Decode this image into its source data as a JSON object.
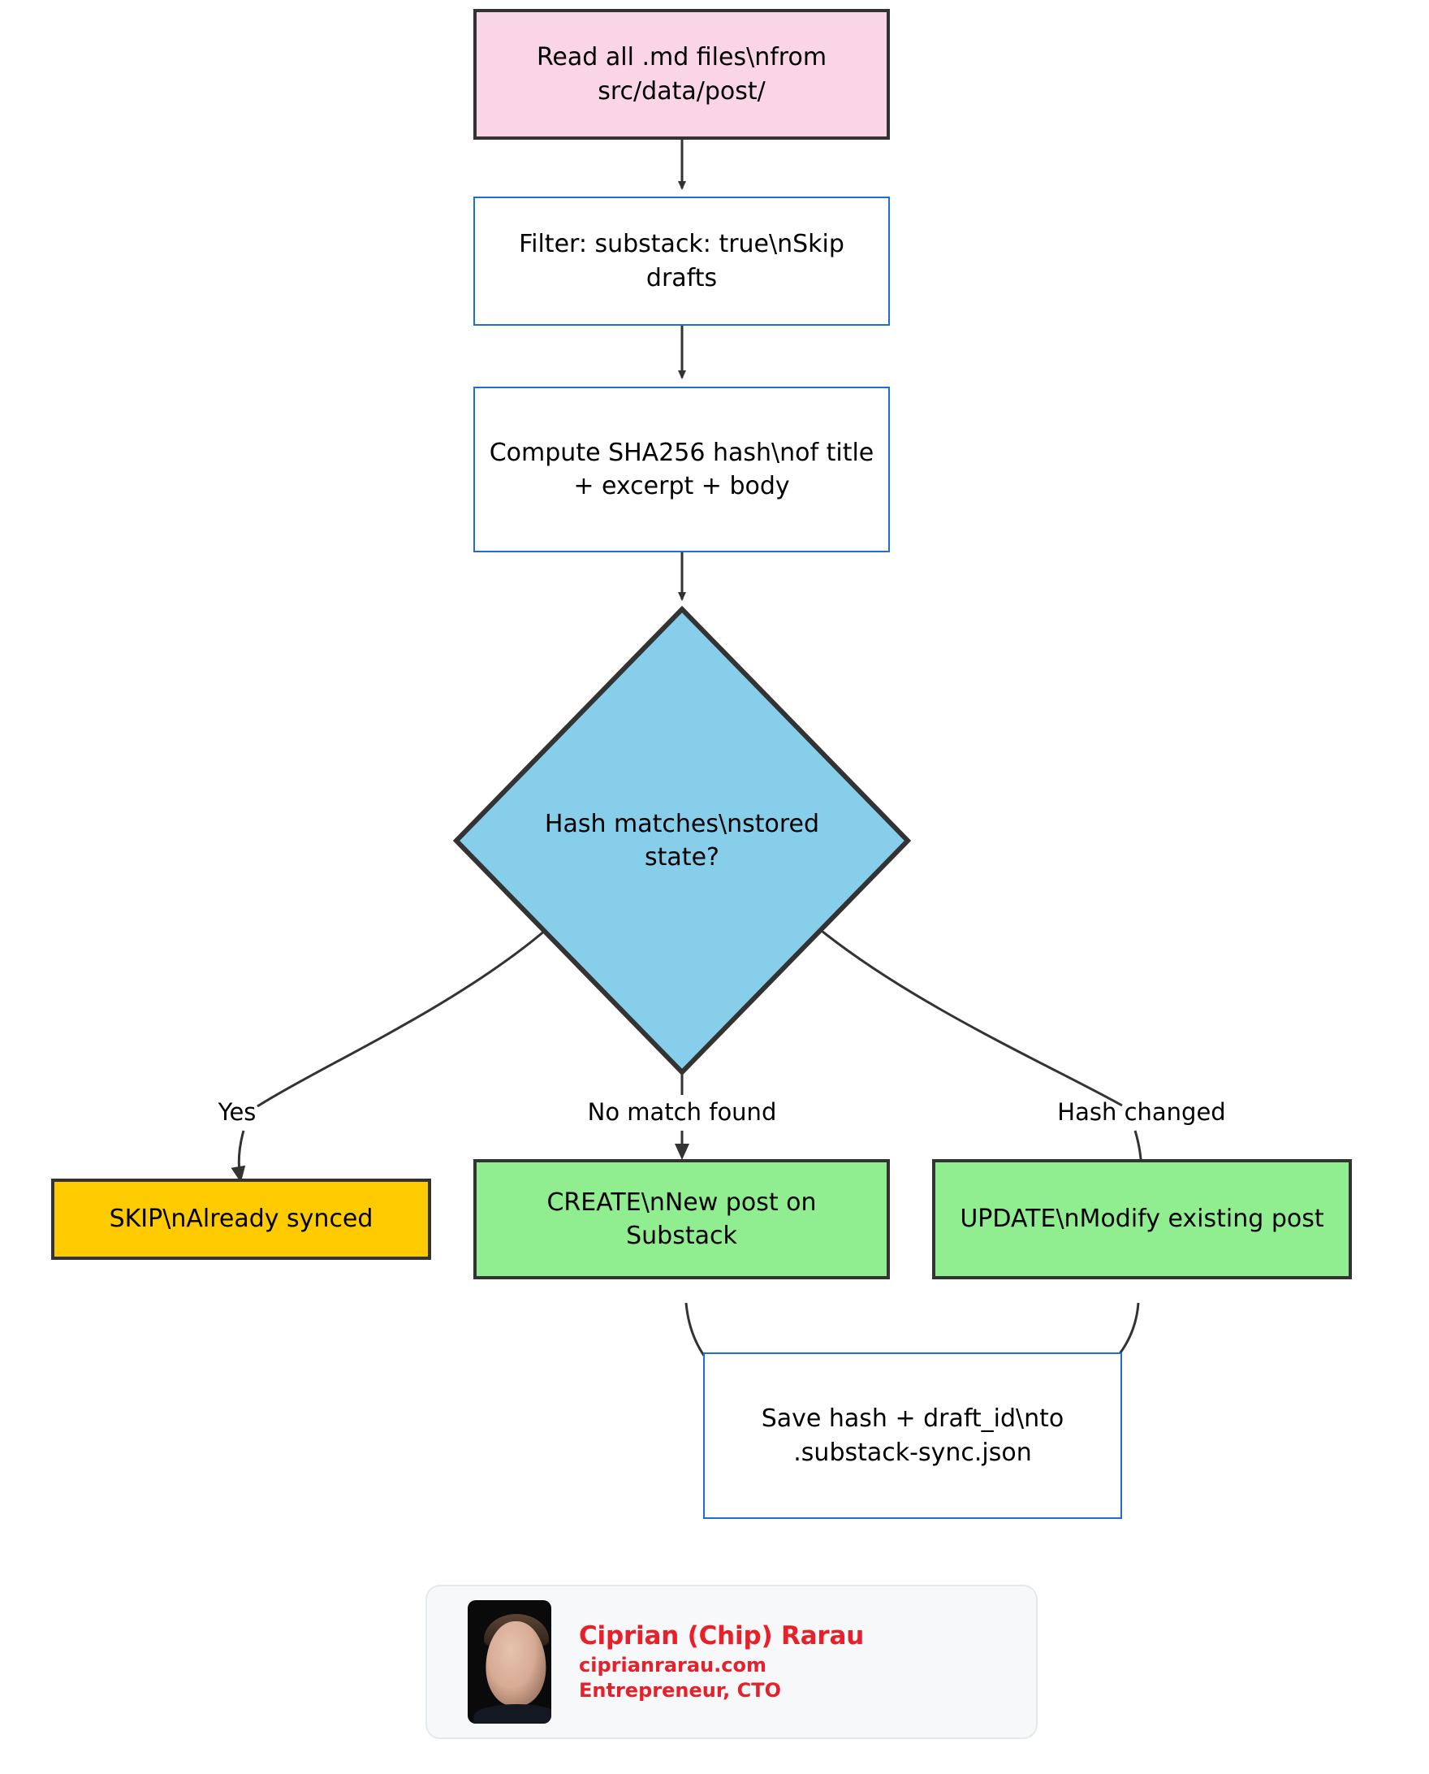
{
  "diagram": {
    "type": "flowchart",
    "title": "Substack sync flowchart",
    "nodes": [
      {
        "id": "read",
        "label": "Read all .md files\\nfrom src/data/post/",
        "shape": "rect",
        "fill": "#f9d5e5",
        "stroke": "#333333"
      },
      {
        "id": "filter",
        "label": "Filter: substack: true\\nSkip drafts",
        "shape": "rect",
        "fill": "#ffffff",
        "stroke": "#1f6fd1"
      },
      {
        "id": "hash",
        "label": "Compute SHA256 hash\\nof title + excerpt + body",
        "shape": "rect",
        "fill": "#ffffff",
        "stroke": "#1f6fd1"
      },
      {
        "id": "decision",
        "label": "Hash matches\\nstored state?",
        "shape": "diamond",
        "fill": "#87ceeb",
        "stroke": "#333333"
      },
      {
        "id": "skip",
        "label": "SKIP\\nAlready synced",
        "shape": "rect",
        "fill": "#fecb00",
        "stroke": "#333333"
      },
      {
        "id": "create",
        "label": "CREATE\\nNew post on Substack",
        "shape": "rect",
        "fill": "#90ee90",
        "stroke": "#333333"
      },
      {
        "id": "update",
        "label": "UPDATE\\nModify existing post",
        "shape": "rect",
        "fill": "#90ee90",
        "stroke": "#333333"
      },
      {
        "id": "save",
        "label": "Save hash + draft_id\\nto .substack-sync.json",
        "shape": "rect",
        "fill": "#ffffff",
        "stroke": "#1f6fd1"
      }
    ],
    "edges": [
      {
        "from": "read",
        "to": "filter",
        "label": ""
      },
      {
        "from": "filter",
        "to": "hash",
        "label": ""
      },
      {
        "from": "hash",
        "to": "decision",
        "label": ""
      },
      {
        "from": "decision",
        "to": "skip",
        "label": "Yes"
      },
      {
        "from": "decision",
        "to": "create",
        "label": "No match found"
      },
      {
        "from": "decision",
        "to": "update",
        "label": "Hash changed"
      },
      {
        "from": "create",
        "to": "save",
        "label": ""
      },
      {
        "from": "update",
        "to": "save",
        "label": ""
      }
    ]
  },
  "node_text": {
    "read": "Read all .md files\\nfrom src/data/post/",
    "filter": "Filter: substack: true\\nSkip drafts",
    "hash": "Compute SHA256 hash\\nof title + excerpt + body",
    "decision": "Hash matches\\nstored state?",
    "skip": "SKIP\\nAlready synced",
    "create": "CREATE\\nNew post on Substack",
    "update": "UPDATE\\nModify existing post",
    "save": "Save hash + draft_id\\nto .substack-sync.json"
  },
  "edge_labels": {
    "yes": "Yes",
    "no_match": "No match found",
    "hash_changed": "Hash changed"
  },
  "author_card": {
    "name": "Ciprian (Chip) Rarau",
    "website": "ciprianrarau.com",
    "role": "Entrepreneur, CTO",
    "accent_color": "#e8202a",
    "background": "#f6f8fa"
  }
}
